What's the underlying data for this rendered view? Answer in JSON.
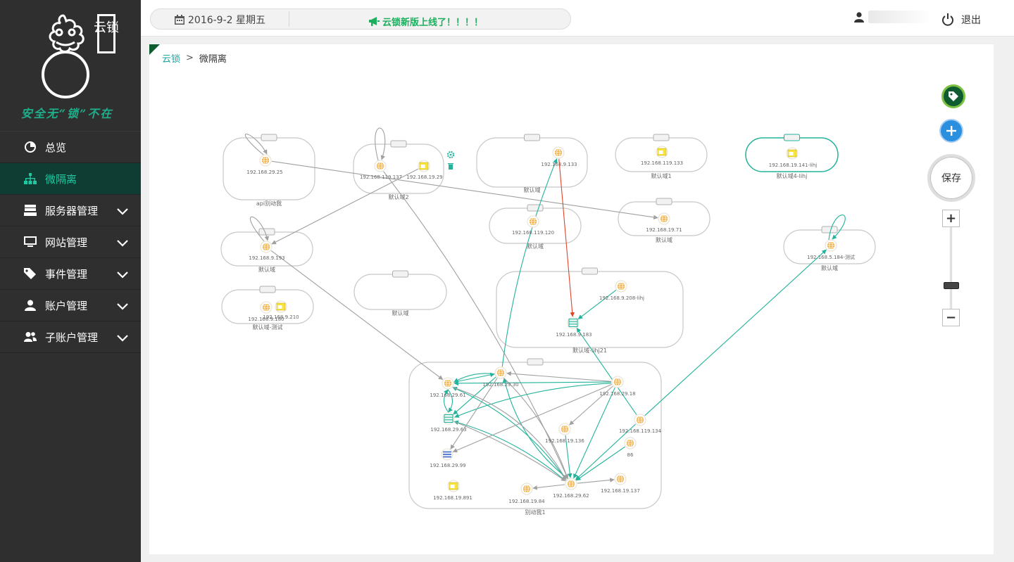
{
  "brand": {
    "logo_text": "云锁",
    "slogan": "安全无“锁”不在"
  },
  "sidebar": {
    "items": [
      {
        "label": "总览",
        "icon": "pie-chart-icon",
        "active": false,
        "expandable": false
      },
      {
        "label": "微隔离",
        "icon": "sitemap-icon",
        "active": true,
        "expandable": false
      },
      {
        "label": "服务器管理",
        "icon": "server-icon",
        "active": false,
        "expandable": true
      },
      {
        "label": "网站管理",
        "icon": "monitor-icon",
        "active": false,
        "expandable": true
      },
      {
        "label": "事件管理",
        "icon": "tag-icon",
        "active": false,
        "expandable": true
      },
      {
        "label": "账户管理",
        "icon": "user-icon",
        "active": false,
        "expandable": true
      },
      {
        "label": "子账户管理",
        "icon": "users-icon",
        "active": false,
        "expandable": true
      }
    ]
  },
  "header": {
    "date": "2016-9-2 星期五",
    "notice": "云锁新版上线了！！！！",
    "logout_label": "退出"
  },
  "breadcrumb": {
    "root": "云锁",
    "separator": ">",
    "current": "微隔离"
  },
  "tools": {
    "save_label": "保存",
    "zoom_in_label": "+",
    "zoom_out_label": "−",
    "zoom_level": 0.25
  },
  "colors": {
    "sidebar_bg": "#2f2f2f",
    "active_bg": "#0f3d33",
    "accent_green": "#1fae8a",
    "edge_teal": "#22b39a",
    "edge_red": "#e0452a",
    "edge_gray": "#a0a0a0"
  },
  "graph": {
    "groups": [
      {
        "id": "g1",
        "label": "api别动我"
      },
      {
        "id": "g2",
        "label": "默认域2"
      },
      {
        "id": "g3",
        "label": "默认域"
      },
      {
        "id": "g4",
        "label": "默认域1"
      },
      {
        "id": "g5",
        "label": "默认域4-lihj"
      },
      {
        "id": "g6",
        "label": "默认域"
      },
      {
        "id": "g7",
        "label": "默认域"
      },
      {
        "id": "g8",
        "label": "默认域"
      },
      {
        "id": "g9",
        "label": "默认域"
      },
      {
        "id": "g10",
        "label": "默认域-测试"
      },
      {
        "id": "g11",
        "label": "默认域"
      },
      {
        "id": "g12",
        "label": "默认域-lihj21"
      },
      {
        "id": "g13",
        "label": "别动我1"
      }
    ],
    "nodes": [
      {
        "id": "n1",
        "label": "192.168.29.25",
        "icon": "globe"
      },
      {
        "id": "n2",
        "label": "192.168.119.137",
        "icon": "globe"
      },
      {
        "id": "n3",
        "label": "192.168.19.29",
        "icon": "window"
      },
      {
        "id": "n4",
        "label": "192.168.9.133",
        "icon": "globe"
      },
      {
        "id": "n5",
        "label": "192.168.119.133",
        "icon": "window"
      },
      {
        "id": "n6",
        "label": "192.168.19.141-lihj",
        "icon": "window"
      },
      {
        "id": "n7",
        "label": "192.168.119.120",
        "icon": "globe"
      },
      {
        "id": "n8",
        "label": "192.168.19.71",
        "icon": "globe"
      },
      {
        "id": "n9",
        "label": "192.168.9.193",
        "icon": "globe"
      },
      {
        "id": "n10",
        "label": "192.168.5.184-测试",
        "icon": "globe"
      },
      {
        "id": "n11",
        "label": "192.168.9.180",
        "icon": "globe"
      },
      {
        "id": "n12",
        "label": "192.168.9.210",
        "icon": "window"
      },
      {
        "id": "n13",
        "label": "192.168.9.208-lihj",
        "icon": "globe"
      },
      {
        "id": "n14",
        "label": "192.168.9.183",
        "icon": "server"
      },
      {
        "id": "n15",
        "label": "192.168.29.61",
        "icon": "globe"
      },
      {
        "id": "n16",
        "label": "192.168.29.30",
        "icon": "globe"
      },
      {
        "id": "n17",
        "label": "192.168.29.18",
        "icon": "globe"
      },
      {
        "id": "n18",
        "label": "192.168.29.63",
        "icon": "server"
      },
      {
        "id": "n19",
        "label": "192.168.19.136",
        "icon": "globe"
      },
      {
        "id": "n20",
        "label": "192.168.119.134",
        "icon": "globe"
      },
      {
        "id": "n21",
        "label": "86",
        "icon": "globe"
      },
      {
        "id": "n22",
        "label": "192.168.29.99",
        "icon": "list"
      },
      {
        "id": "n23",
        "label": "192.168.19.891",
        "icon": "window"
      },
      {
        "id": "n24",
        "label": "192.168.19.84",
        "icon": "globe"
      },
      {
        "id": "n25",
        "label": "192.168.29.62",
        "icon": "globe"
      },
      {
        "id": "n26",
        "label": "192.168.19.137",
        "icon": "globe"
      }
    ]
  }
}
